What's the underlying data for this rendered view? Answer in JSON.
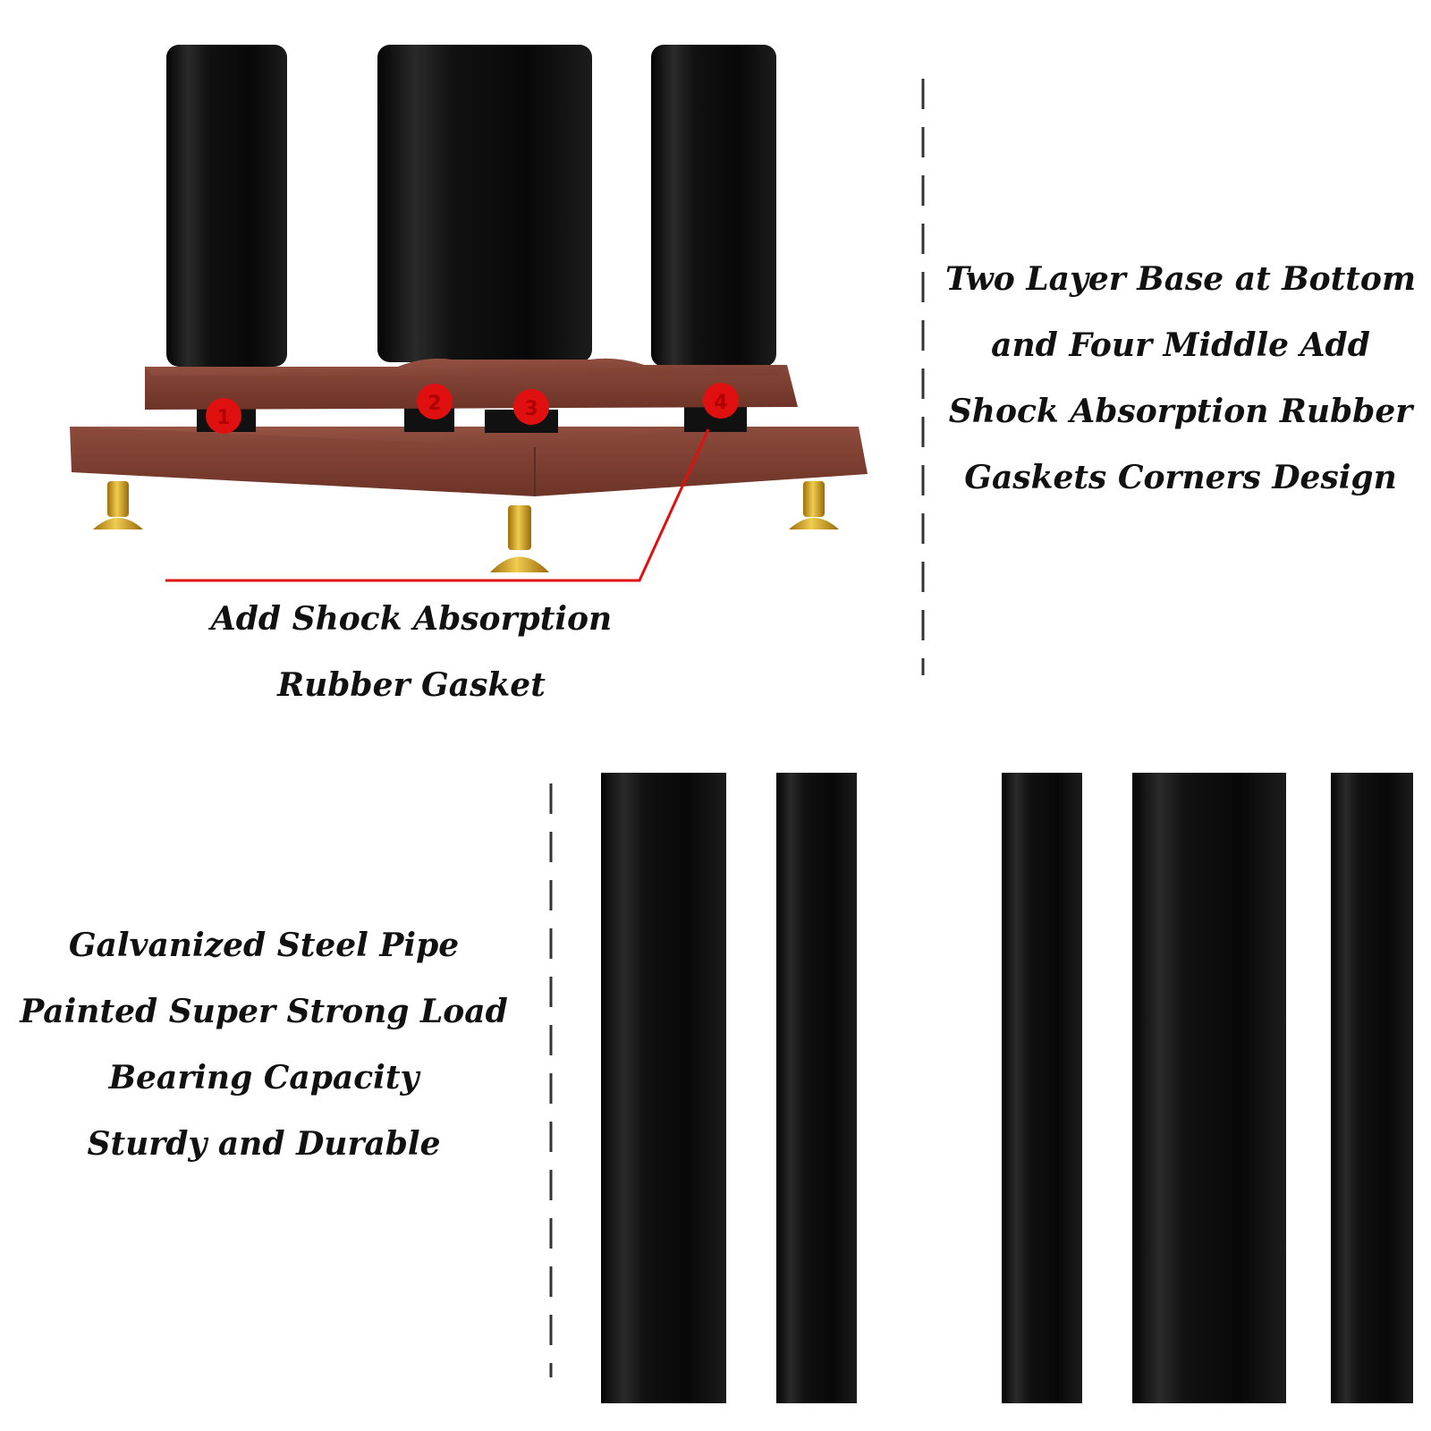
{
  "captions": {
    "base_design": {
      "lines": [
        "Two Layer Base at Bottom",
        "and Four Middle Add",
        "Shock Absorption Rubber",
        "Gaskets Corners Design"
      ]
    },
    "rubber_gasket": {
      "lines": [
        "Add Shock Absorption",
        "Rubber Gasket"
      ]
    },
    "steel_pipe": {
      "lines": [
        "Galvanized Steel Pipe",
        "Painted Super Strong Load",
        "Bearing Capacity",
        "Sturdy and Durable"
      ]
    }
  },
  "markers": [
    "1",
    "2",
    "3",
    "4"
  ],
  "colors": {
    "pipe": "#0d0d0d",
    "wood": "#8a4a3a",
    "marker": "#e01010",
    "leader_line": "#e01010",
    "spike": "#d4a020"
  }
}
